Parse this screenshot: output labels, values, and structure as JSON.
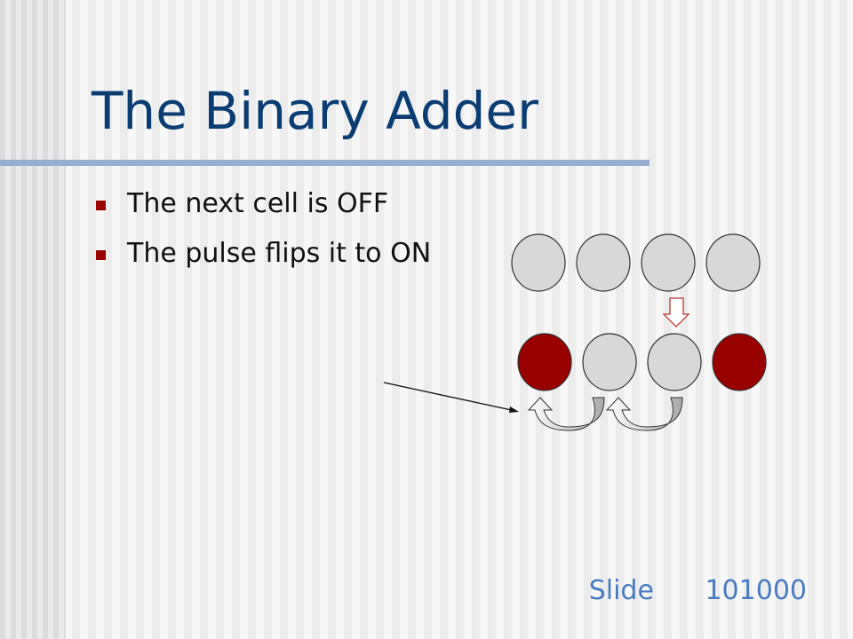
{
  "slide": {
    "title": "The Binary Adder",
    "bullets": [
      "The next cell is OFF",
      "The pulse flips it to ON"
    ],
    "footer": {
      "label": "Slide",
      "number": "101000"
    }
  },
  "diagram": {
    "top_row_states": [
      "off",
      "off",
      "off",
      "off"
    ],
    "bottom_row_states": [
      "on",
      "off",
      "off",
      "on"
    ],
    "colors": {
      "on": "#990000",
      "off": "#d8d8d8",
      "title": "#0b3d73",
      "rule": "#98aed0",
      "footer": "#4a7bc0",
      "bullet": "#990000",
      "down_arrow_stroke": "#c0504d"
    },
    "icons": [
      "down-arrow-icon",
      "curved-arrow-icon",
      "pointer-line"
    ]
  }
}
